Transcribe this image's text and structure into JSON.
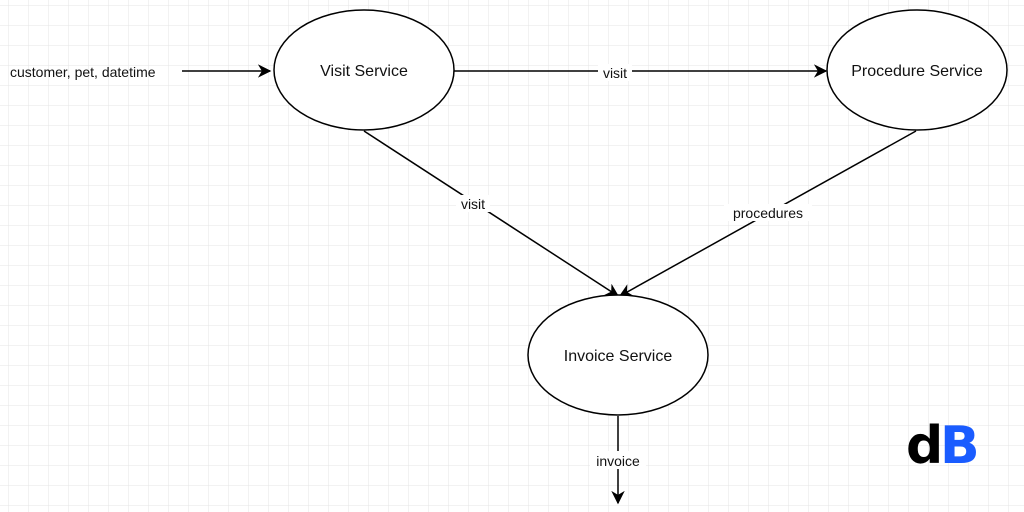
{
  "nodes": {
    "visit": {
      "label": "Visit Service"
    },
    "procedure": {
      "label": "Procedure Service"
    },
    "invoice": {
      "label": "Invoice Service"
    }
  },
  "edges": {
    "input": {
      "label": "customer, pet, datetime"
    },
    "visit_to_procedure": {
      "label": "visit"
    },
    "visit_to_invoice": {
      "label": "visit"
    },
    "procedure_to_invoice": {
      "label": "procedures"
    },
    "invoice_out": {
      "label": "invoice"
    }
  },
  "logo": {
    "letter1": "d",
    "letter2": "B",
    "color1": "#000000",
    "color2": "#1a5cff"
  },
  "colors": {
    "grid": "#e6e6e6",
    "stroke": "#000000"
  }
}
